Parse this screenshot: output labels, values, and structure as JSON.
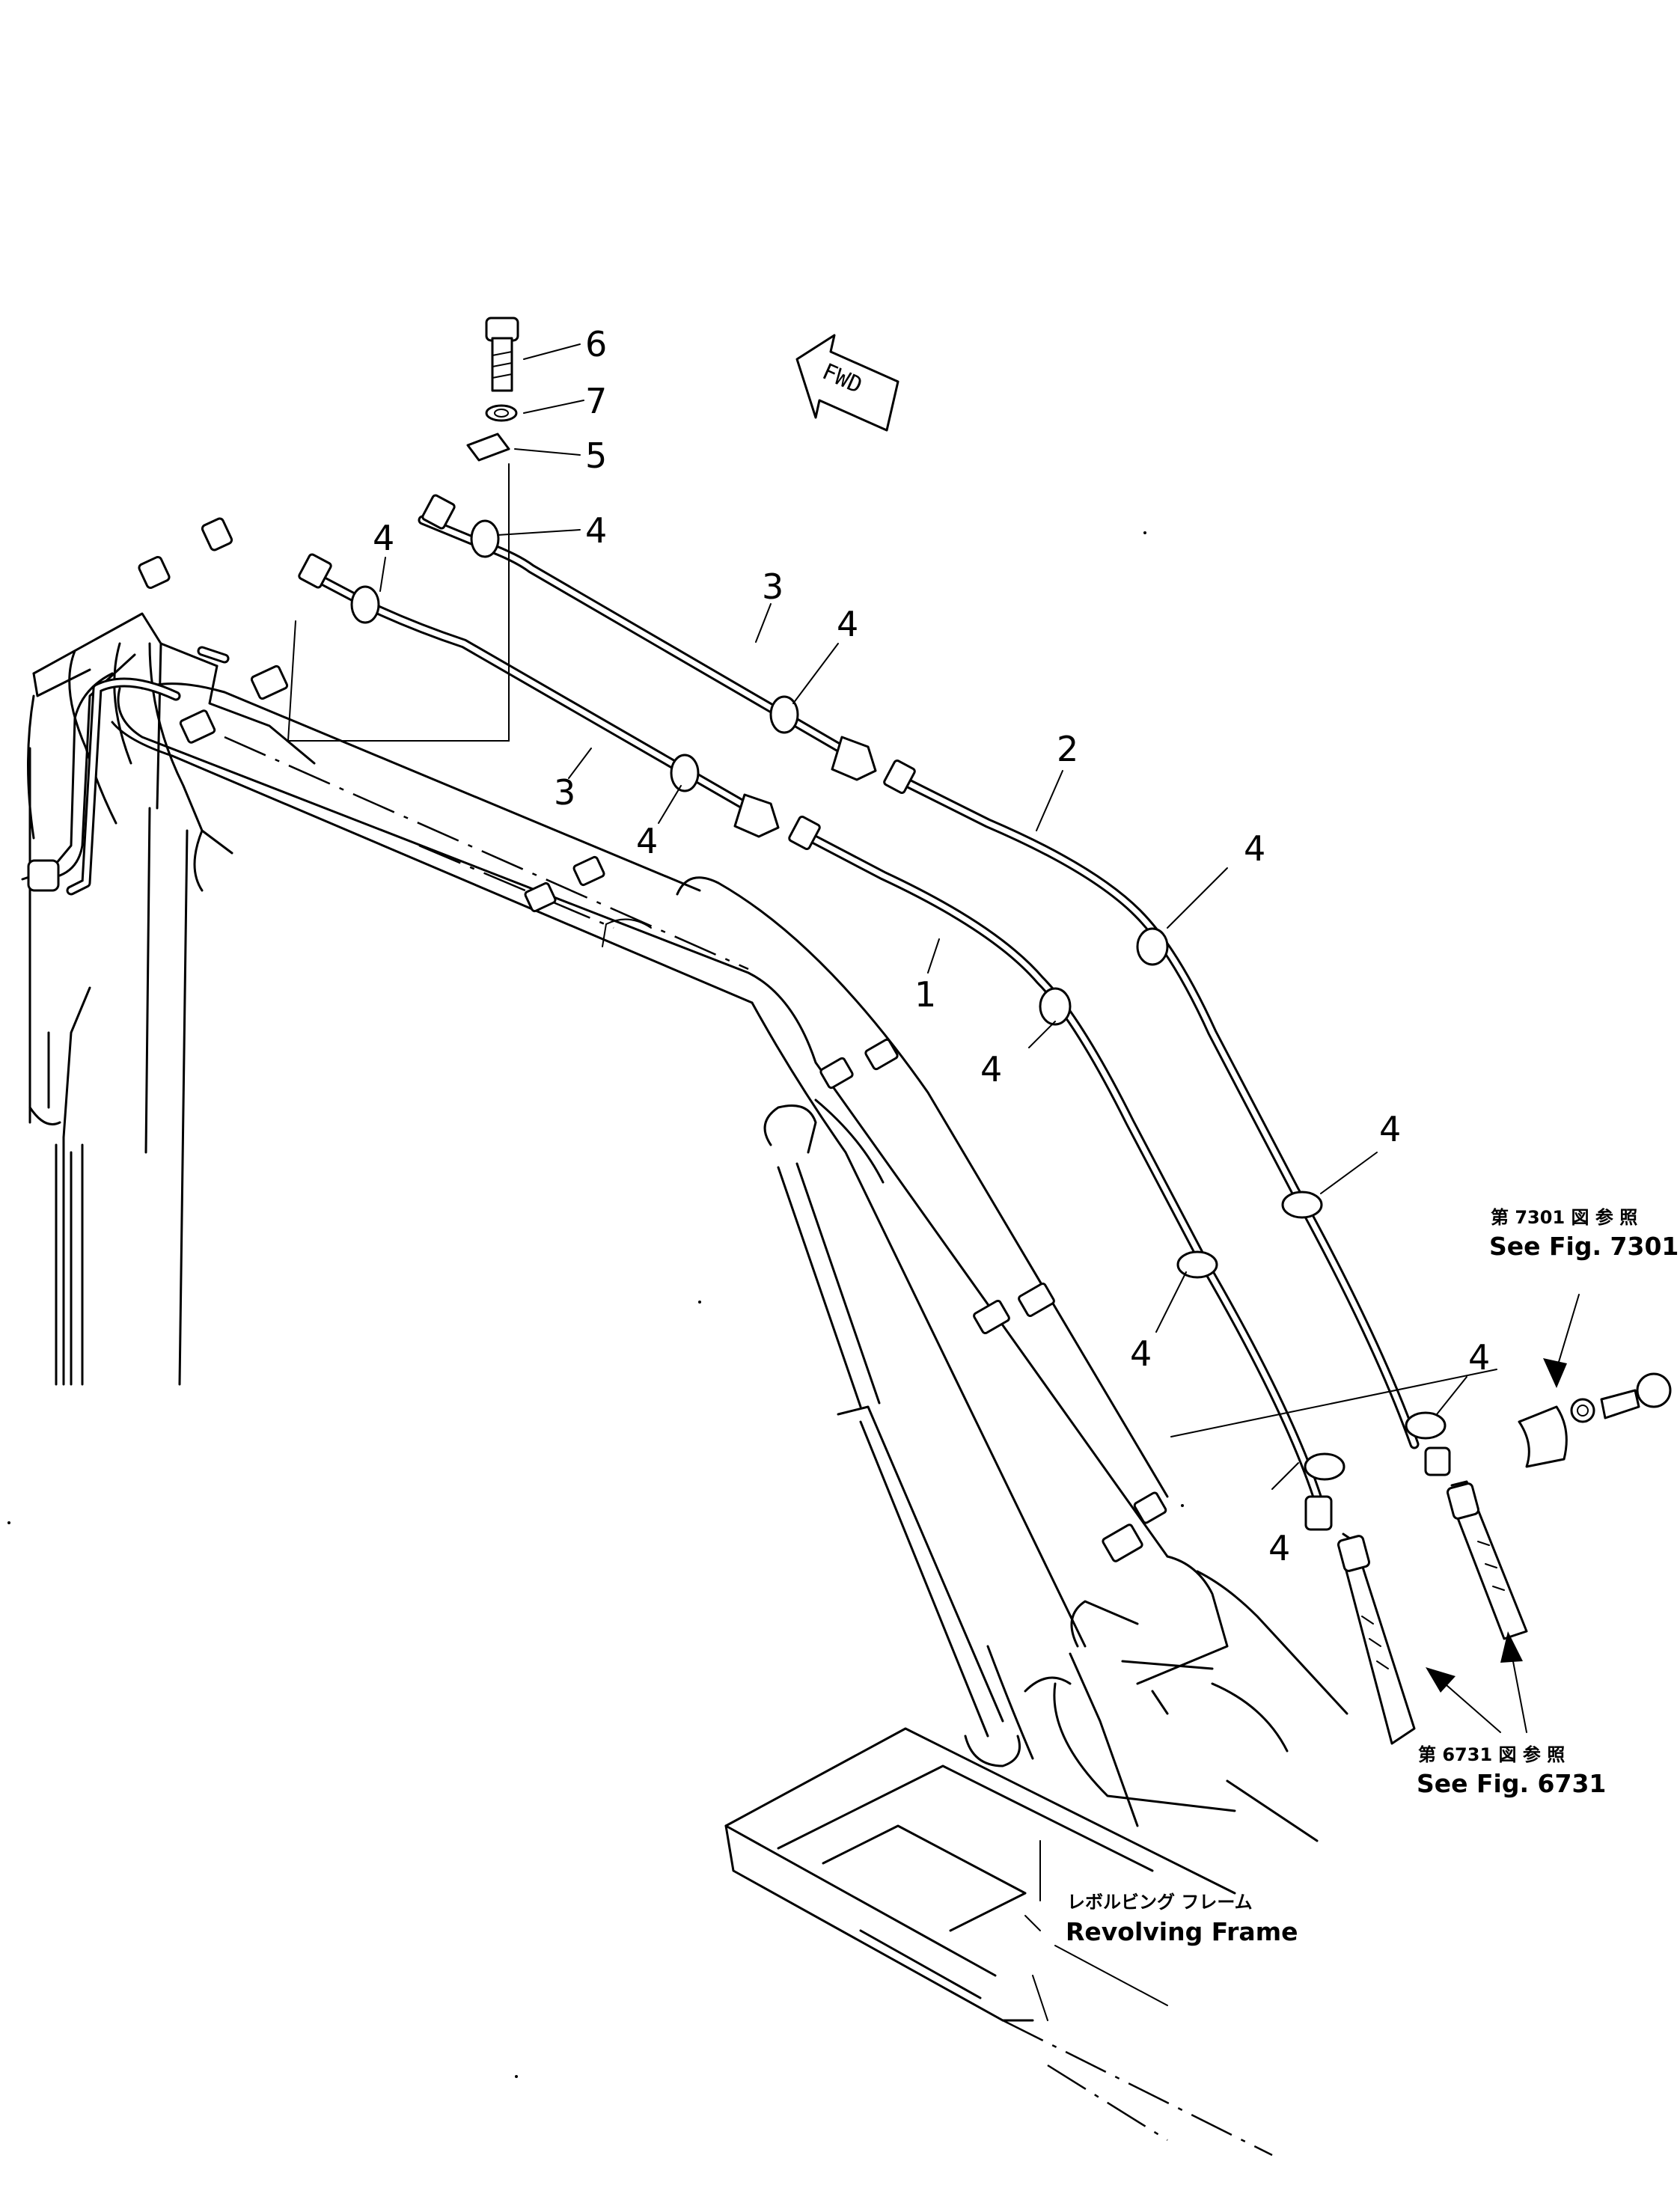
{
  "callouts": {
    "part_1": "1",
    "part_2": "2",
    "part_3a": "3",
    "part_3b": "3",
    "part_4": [
      "4",
      "4",
      "4",
      "4",
      "4",
      "4",
      "4",
      "4",
      "4",
      "4"
    ],
    "part_5": "5",
    "part_6": "6",
    "part_7": "7"
  },
  "direction_marker": "FWD",
  "references": {
    "fig_7301_jp": "第 7301 図 参 照",
    "fig_7301_en": "See Fig. 7301",
    "fig_6731_jp": "第 6731 図 参 照",
    "fig_6731_en": "See Fig. 6731"
  },
  "frame_label": {
    "jp": "レボルビング フレーム",
    "en": "Revolving Frame"
  }
}
